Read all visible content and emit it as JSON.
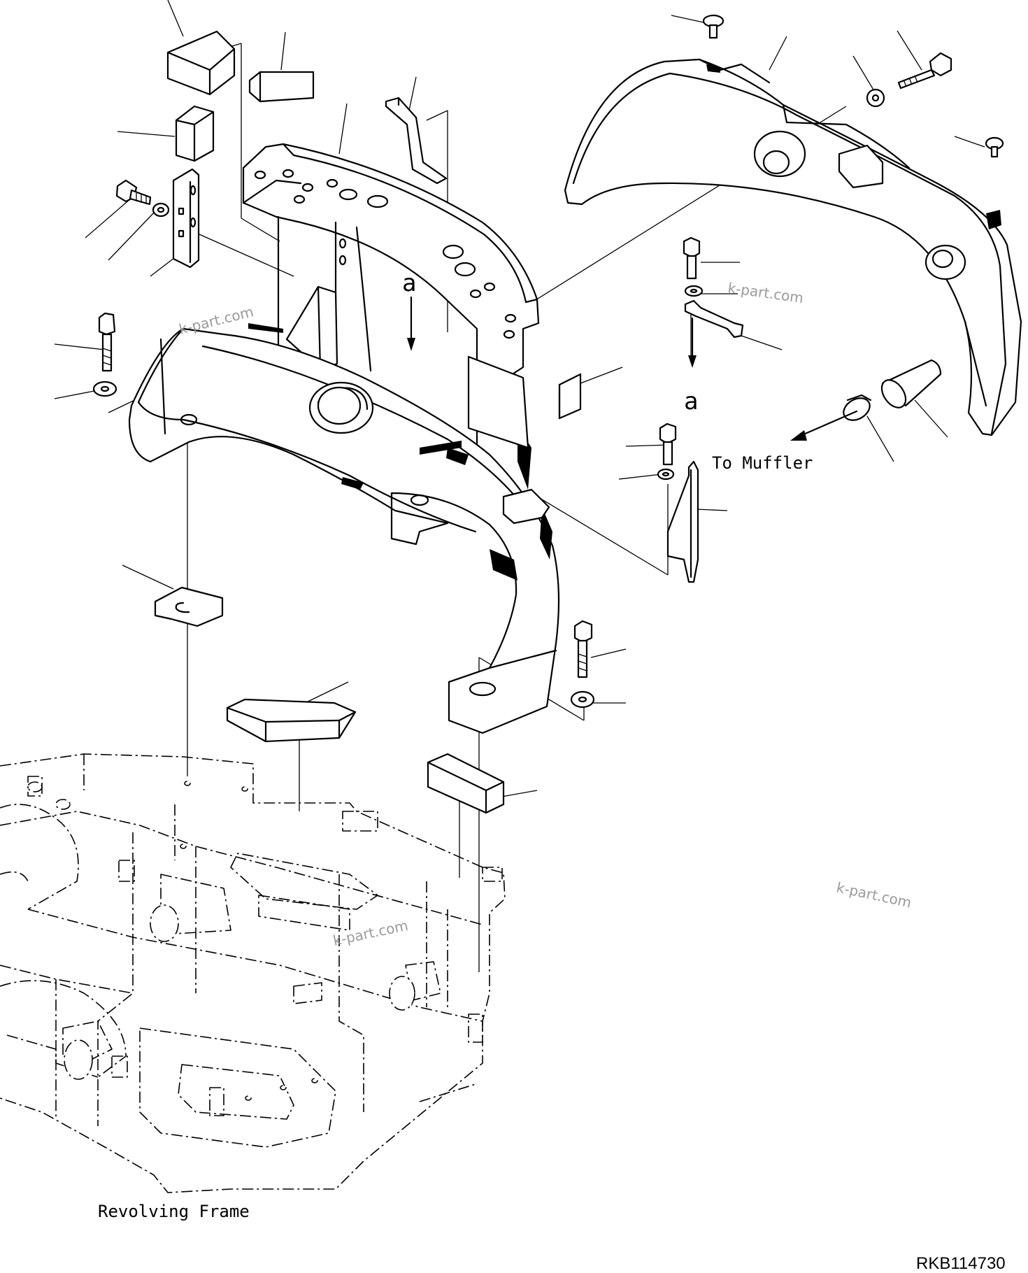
{
  "labels": {
    "to_muffler": "To Muffler",
    "revolving_frame": "Revolving Frame",
    "section_ref_top": "a",
    "section_ref_right": "a",
    "drawing_code": "RKB114730"
  },
  "watermarks": [
    "k-part.com",
    "k-part.com",
    "k-part.com",
    "k-part.com"
  ],
  "colors": {
    "line": "#000000",
    "background": "#ffffff",
    "watermark": "#9a9a9a"
  }
}
